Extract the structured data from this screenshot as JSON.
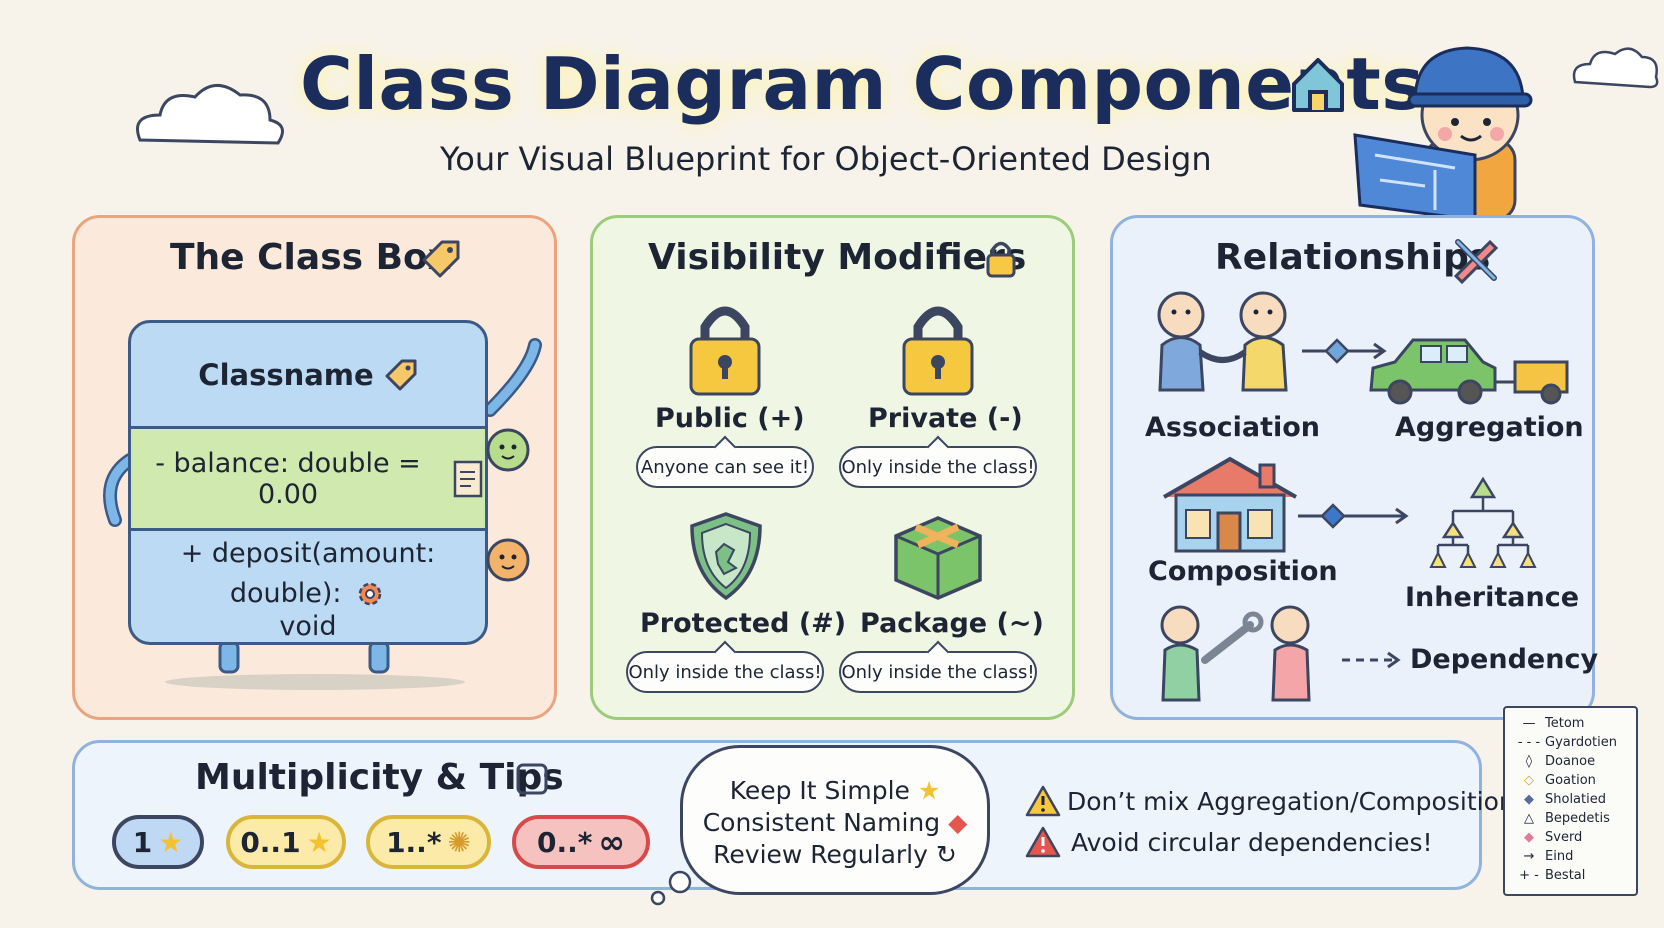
{
  "header": {
    "title": "Class Diagram Components",
    "subtitle": "Your Visual Blueprint for Object-Oriented Design"
  },
  "class_box_panel": {
    "title": "The Class Box",
    "class_name": "Classname",
    "attribute": "- balance: double = 0.00",
    "operation_line1": "+ deposit(amount: double):",
    "operation_line2": "void"
  },
  "visibility_panel": {
    "title": "Visibility Modifiers",
    "modifiers": [
      {
        "label": "Public (+)",
        "note": "Anyone can see it!"
      },
      {
        "label": "Private (-)",
        "note": "Only inside the class!"
      },
      {
        "label": "Protected (#)",
        "note": "Only inside the class!"
      },
      {
        "label": "Package (~)",
        "note": "Only inside the class!"
      }
    ]
  },
  "relationships_panel": {
    "title": "Relationships",
    "items": {
      "association": "Association",
      "aggregation": "Aggregation",
      "composition": "Composition",
      "inheritance": "Inheritance",
      "dependency": "Dependency"
    }
  },
  "multiplicity_panel": {
    "title": "Multiplicity & Tips",
    "pills": [
      "1",
      "0..1",
      "1..*",
      "0..*"
    ],
    "tips": [
      "Keep It Simple",
      "Consistent Naming",
      "Review Regularly"
    ],
    "warnings": [
      "Don’t mix Aggregation/Composition!",
      "Avoid circular dependencies!"
    ]
  },
  "legend": {
    "rows": [
      {
        "symbol": "line-solid",
        "label": "Tetom"
      },
      {
        "symbol": "line-dashed",
        "label": "Gyardotien"
      },
      {
        "symbol": "small-diamond",
        "label": "Doanoe"
      },
      {
        "symbol": "hollow-diamond",
        "label": "Goation"
      },
      {
        "symbol": "filled-diamond",
        "label": "Sholatied"
      },
      {
        "symbol": "triangle",
        "label": "Bepedetis"
      },
      {
        "symbol": "pink-diamond",
        "label": "Sverd"
      },
      {
        "symbol": "arrow",
        "label": "Eind"
      },
      {
        "symbol": "plus",
        "label": "Bestal"
      }
    ]
  },
  "colors": {
    "title": "#1b2d5c",
    "class_panel": "#fbe9dc",
    "visibility_panel": "#eff6e4",
    "relationships_panel": "#eaf1fa",
    "pill_blue": "#bfd9f5",
    "pill_yellow": "#fbeaa8",
    "pill_red": "#f6c2c0"
  }
}
